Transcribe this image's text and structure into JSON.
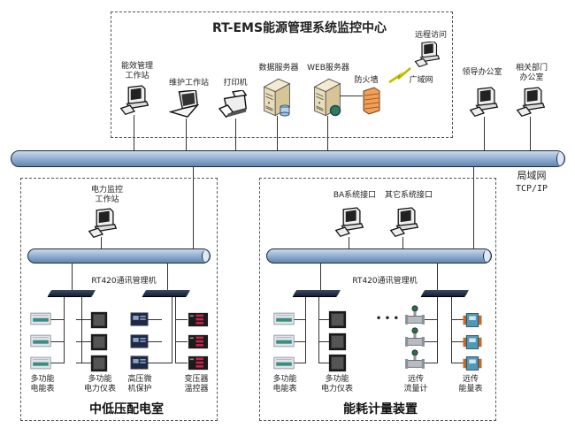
{
  "center": {
    "title": "RT-EMS能源管理系统监控中心",
    "devices": [
      {
        "label": "能效管理\n工作站",
        "icon": "desktop-computer"
      },
      {
        "label": "维护工作站",
        "icon": "laptop"
      },
      {
        "label": "打印机",
        "icon": "printer"
      },
      {
        "label": "数据服务器",
        "icon": "database-server"
      },
      {
        "label": "WEB服务器",
        "icon": "web-server"
      },
      {
        "label": "防火墙",
        "icon": "firewall"
      }
    ],
    "remote": {
      "label": "远程访问",
      "wan_label": "广域网"
    }
  },
  "offices": [
    {
      "label": "领导办公室"
    },
    {
      "label": "相关部门\n办公室"
    }
  ],
  "lan": {
    "label": "局域网",
    "protocol": "TCP/IP"
  },
  "substation": {
    "title": "中低压配电室",
    "workstation": "电力监控\n工作站",
    "comm_manager": "RT420通讯管理机",
    "devices": [
      {
        "label": "多功能\n电能表"
      },
      {
        "label": "多功能\n电力仪表"
      },
      {
        "label": "高压微\n机保护"
      },
      {
        "label": "变压器\n温控器"
      }
    ]
  },
  "metering": {
    "title": "能耗计量装置",
    "interfaces": [
      "BA系统接口",
      "其它系统接口"
    ],
    "comm_manager": "RT420通讯管理机",
    "ellipsis": "• • •",
    "devices": [
      {
        "label": "多功能\n电能表"
      },
      {
        "label": "多功能\n电力仪表"
      },
      {
        "label": "远传\n流量计"
      },
      {
        "label": "远传\n能量表"
      }
    ]
  }
}
